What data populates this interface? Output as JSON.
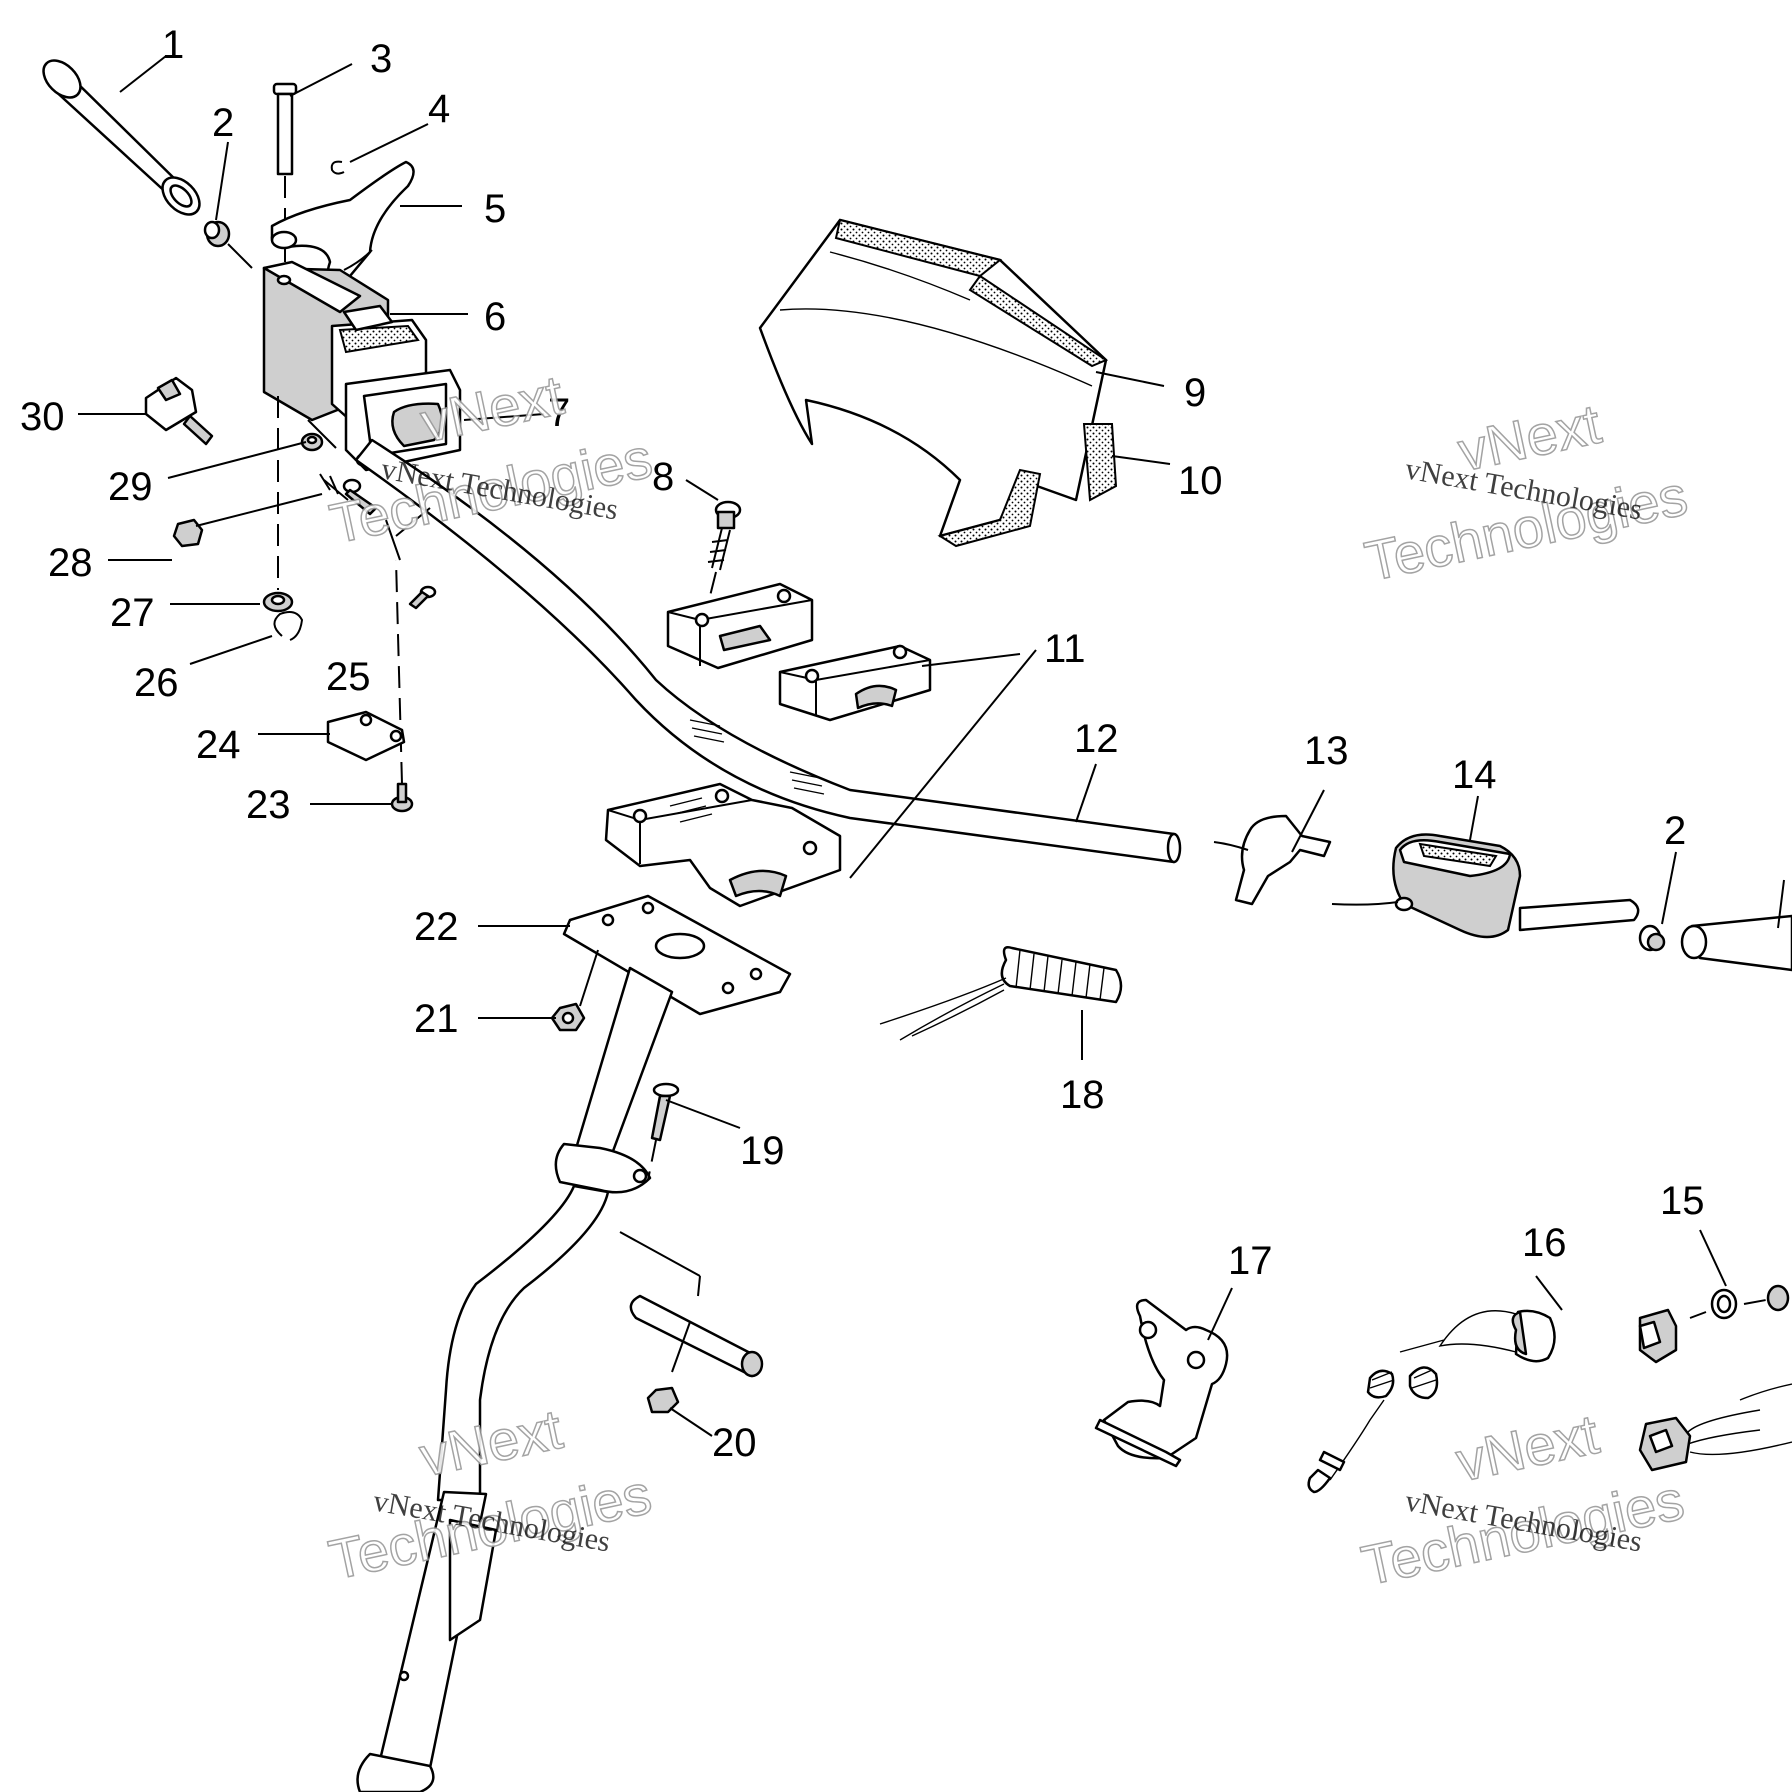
{
  "callouts": [
    {
      "id": "1",
      "text": "1"
    },
    {
      "id": "2a",
      "text": "2"
    },
    {
      "id": "3",
      "text": "3"
    },
    {
      "id": "4",
      "text": "4"
    },
    {
      "id": "5",
      "text": "5"
    },
    {
      "id": "6",
      "text": "6"
    },
    {
      "id": "7",
      "text": "7"
    },
    {
      "id": "8",
      "text": "8"
    },
    {
      "id": "9",
      "text": "9"
    },
    {
      "id": "10",
      "text": "10"
    },
    {
      "id": "11",
      "text": "11"
    },
    {
      "id": "12",
      "text": "12"
    },
    {
      "id": "13",
      "text": "13"
    },
    {
      "id": "14",
      "text": "14"
    },
    {
      "id": "2b",
      "text": "2"
    },
    {
      "id": "15",
      "text": "15"
    },
    {
      "id": "16",
      "text": "16"
    },
    {
      "id": "17",
      "text": "17"
    },
    {
      "id": "18",
      "text": "18"
    },
    {
      "id": "19",
      "text": "19"
    },
    {
      "id": "20",
      "text": "20"
    },
    {
      "id": "21",
      "text": "21"
    },
    {
      "id": "22",
      "text": "22"
    },
    {
      "id": "23",
      "text": "23"
    },
    {
      "id": "24",
      "text": "24"
    },
    {
      "id": "25",
      "text": "25"
    },
    {
      "id": "26",
      "text": "26"
    },
    {
      "id": "27",
      "text": "27"
    },
    {
      "id": "28",
      "text": "28"
    },
    {
      "id": "29",
      "text": "29"
    },
    {
      "id": "30",
      "text": "30"
    }
  ],
  "watermark": {
    "line1": "vNext Technologies",
    "line2a": "vNext",
    "line2b": "Technologies"
  },
  "colors": {
    "ink": "#000000",
    "background": "#ffffff",
    "watermark_outline": "#9a9a9a"
  }
}
